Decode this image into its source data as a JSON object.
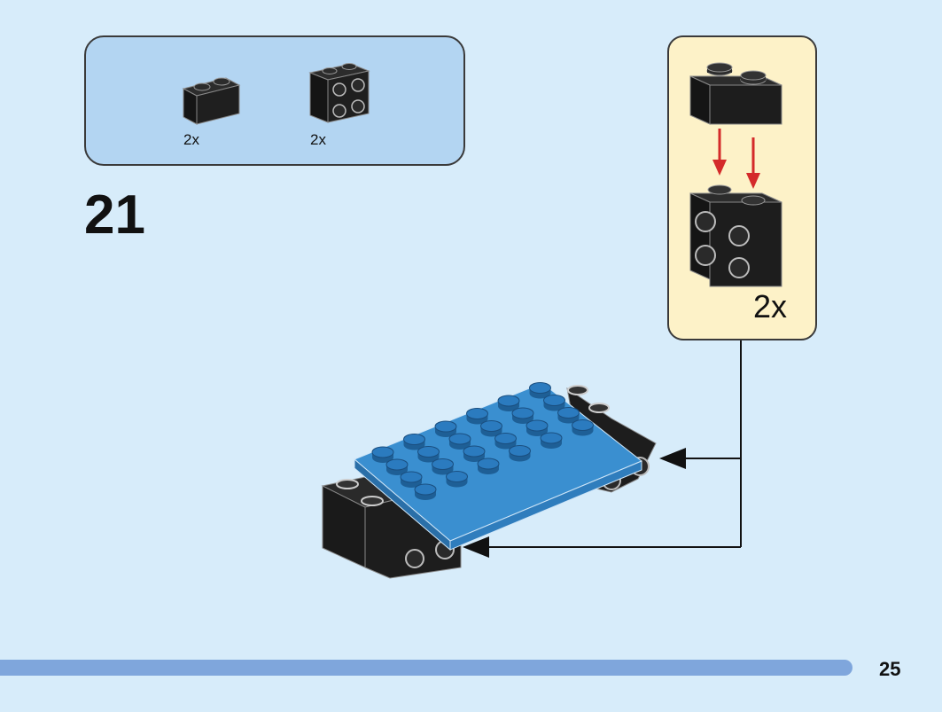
{
  "parts_list": {
    "items": [
      {
        "icon": "brick-1x2-icon",
        "qty": "2x"
      },
      {
        "icon": "brick-with-studs-on-side-icon",
        "qty": "2x"
      }
    ]
  },
  "step": {
    "number": "21"
  },
  "subassembly": {
    "qty": "2x"
  },
  "footer": {
    "page_number": "25"
  },
  "colors": {
    "background": "#d7ecfa",
    "parts_box": "#b3d5f2",
    "subassembly_box": "#fdf2c8",
    "plate": "#3a8fd0",
    "brick": "#1d1d1d",
    "arrow_red": "#d42a2a",
    "page_bar": "#7fa6dc"
  }
}
